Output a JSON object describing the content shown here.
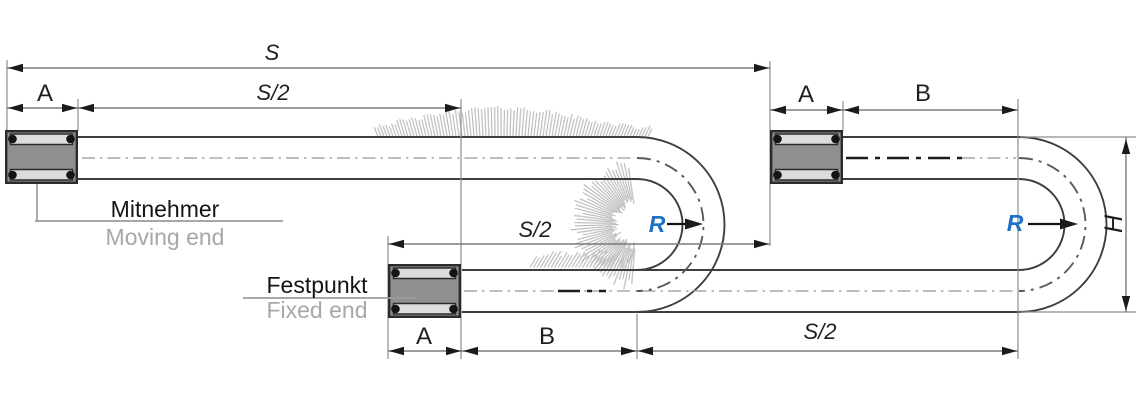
{
  "colors": {
    "radius_accent": "#1e70c4",
    "annotation_primary": "#141414",
    "annotation_secondary": "#a7a7a7",
    "dimension_text": "#1f1f1f",
    "chain_line": "#3e3e3e",
    "dimension_line": "#7b7b7b",
    "hatch_gray": "#c9c9c9"
  },
  "dimensions": {
    "total_travel": {
      "label": "S"
    },
    "half_travel_top": {
      "label": "S/2"
    },
    "half_travel_middle": {
      "label": "S/2"
    },
    "half_travel_bottom": {
      "label": "S/2"
    },
    "connector_a_top_left": {
      "label": "A"
    },
    "connector_a_top_right": {
      "label": "A"
    },
    "connector_a_bottom": {
      "label": "A"
    },
    "length_b_top_right": {
      "label": "B"
    },
    "length_b_bottom": {
      "label": "B"
    },
    "bend_radius_left": {
      "label": "R"
    },
    "bend_radius_right": {
      "label": "R"
    },
    "loop_height": {
      "label": "H"
    }
  },
  "annotations": {
    "moving_end": {
      "title": "Mitnehmer",
      "subtitle": "Moving end"
    },
    "fixed_end": {
      "title": "Festpunkt",
      "subtitle": "Fixed end"
    }
  }
}
